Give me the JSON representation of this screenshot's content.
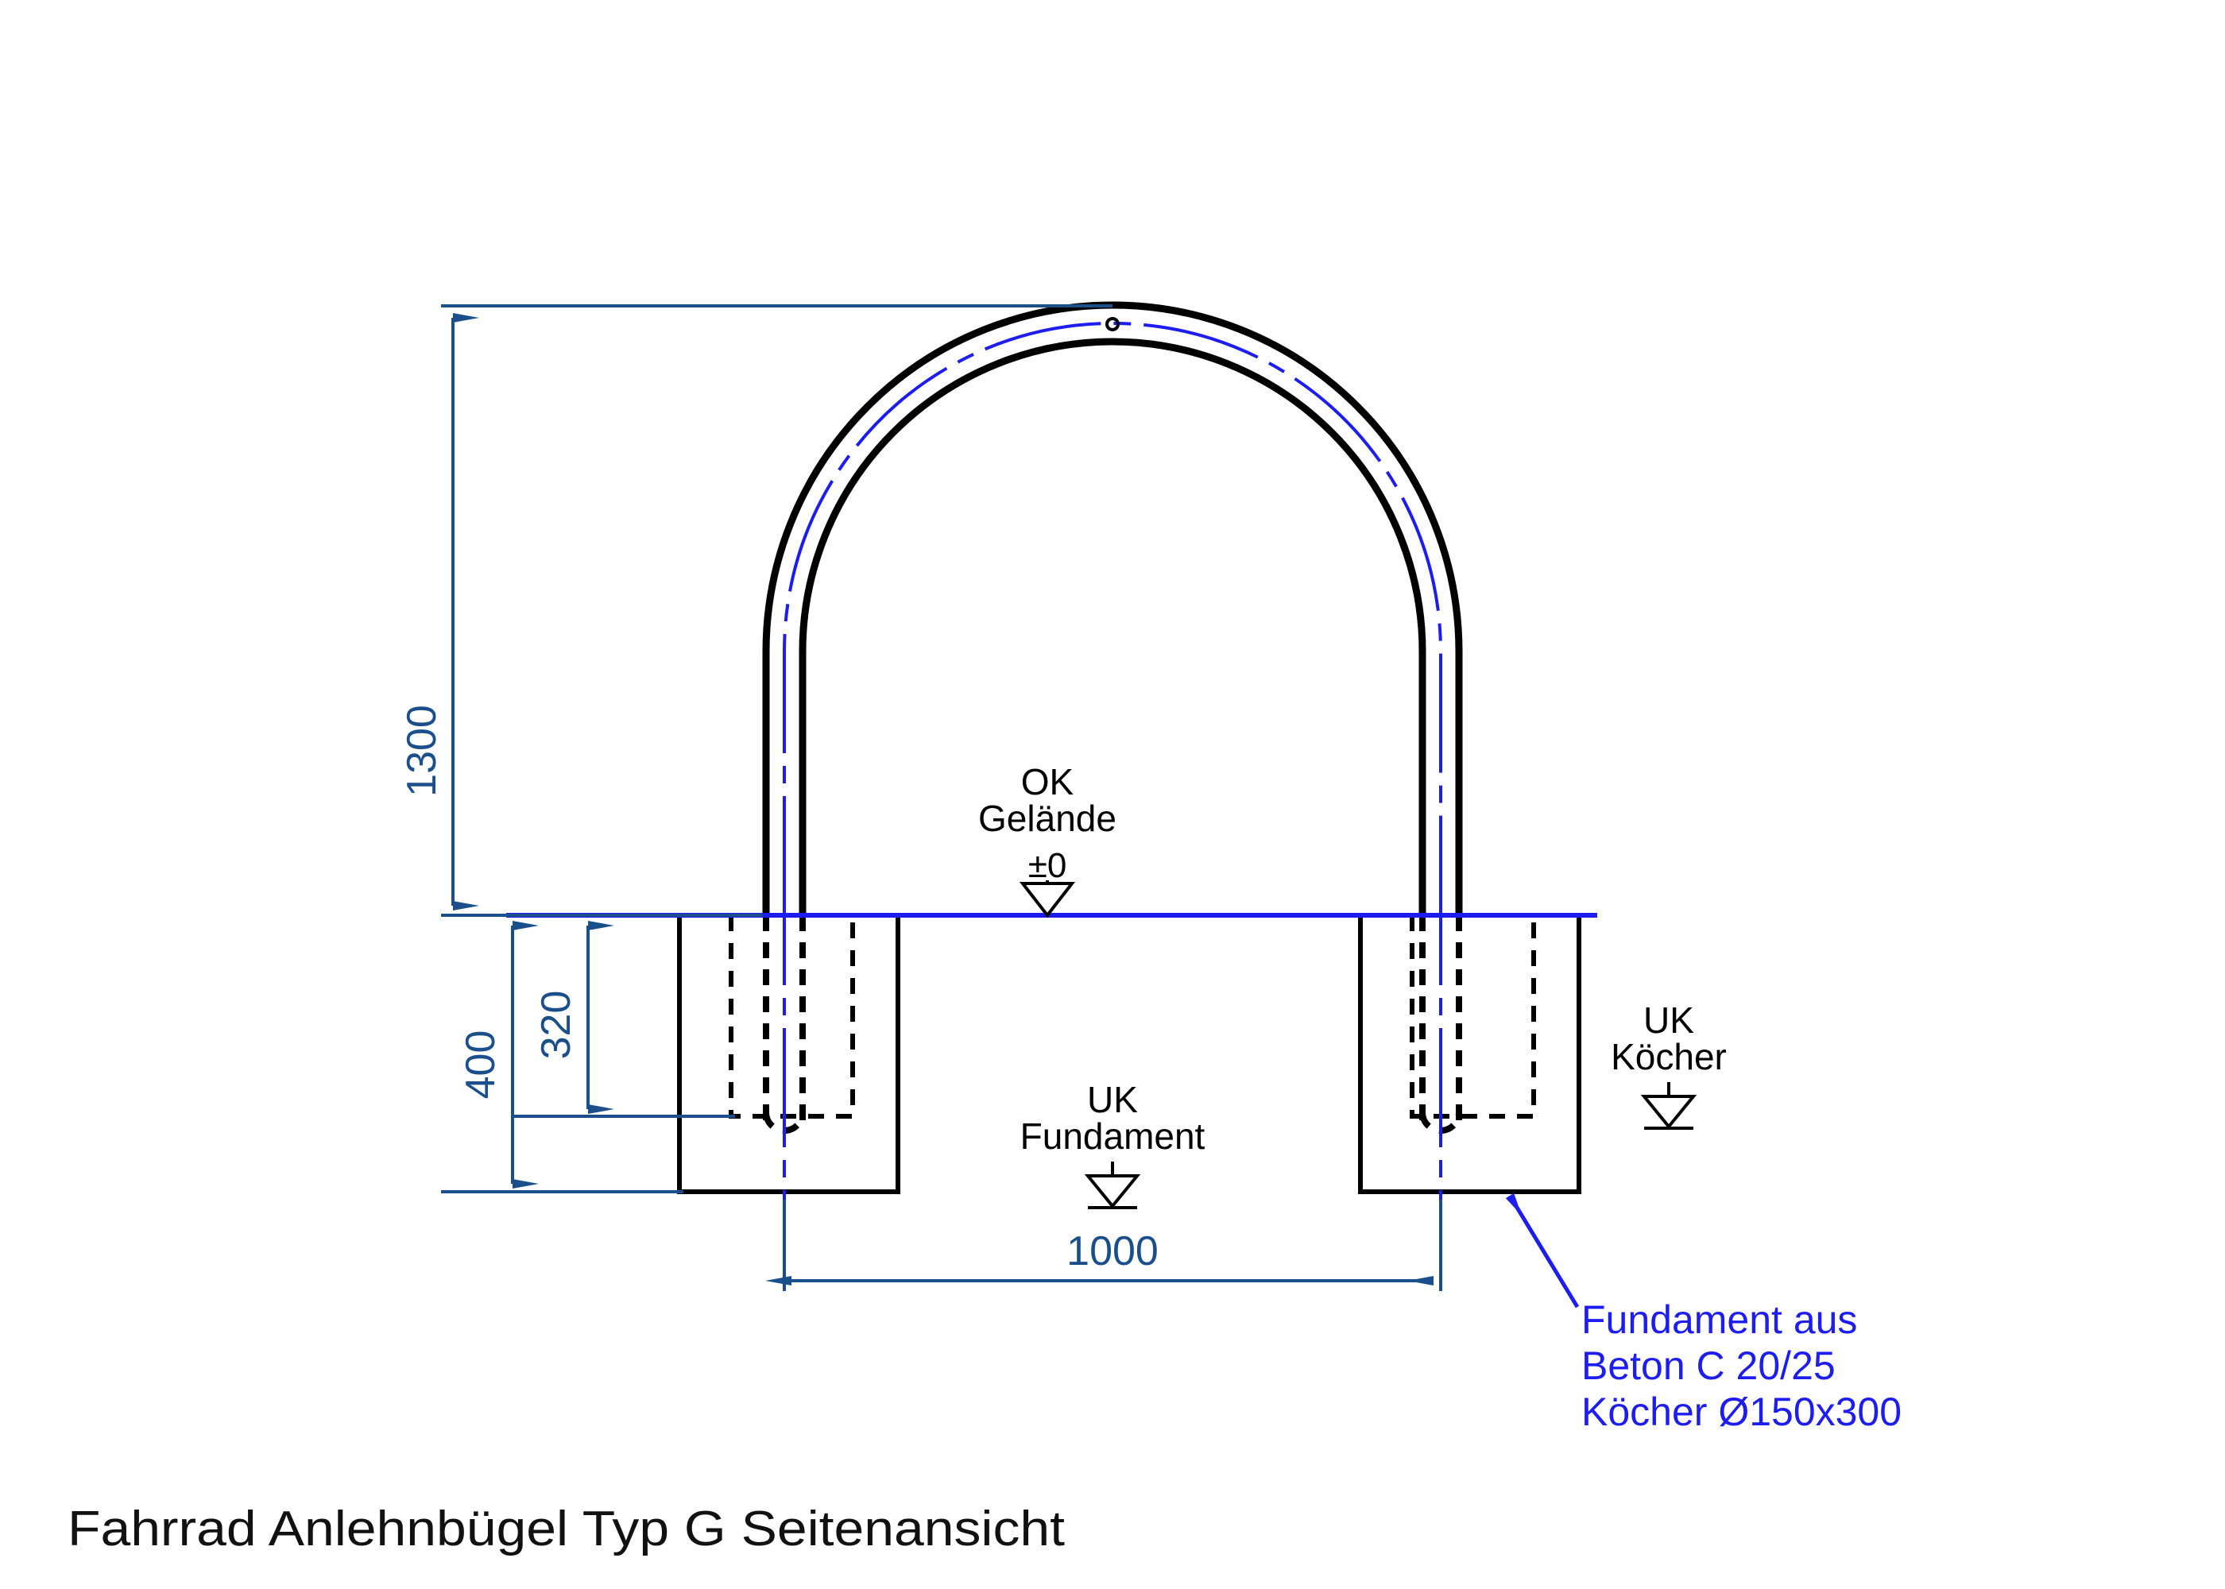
{
  "drawing": {
    "title": "Fahrrad Anlehnbügel Typ G Seitenansicht",
    "colors": {
      "outline": "#000000",
      "dimension": "#1b4f8c",
      "annotation": "#1d1df0",
      "centerline": "#1d1df0",
      "ground": "#1d1df0",
      "background": "#ffffff"
    },
    "dimensions": {
      "height_total": "1300",
      "foundation_depth": "400",
      "socket_depth": "320",
      "width_spacing": "1000"
    },
    "levels": {
      "ground": {
        "line1": "OK",
        "line2": "Gelände",
        "value": "±0"
      },
      "foundation_bottom": {
        "line1": "UK",
        "line2": "Fundament"
      },
      "socket_bottom": {
        "line1": "UK",
        "line2": "Köcher"
      }
    },
    "annotation": {
      "line1": "Fundament aus",
      "line2": "Beton C 20/25",
      "line3": "Köcher Ø150x300"
    }
  }
}
